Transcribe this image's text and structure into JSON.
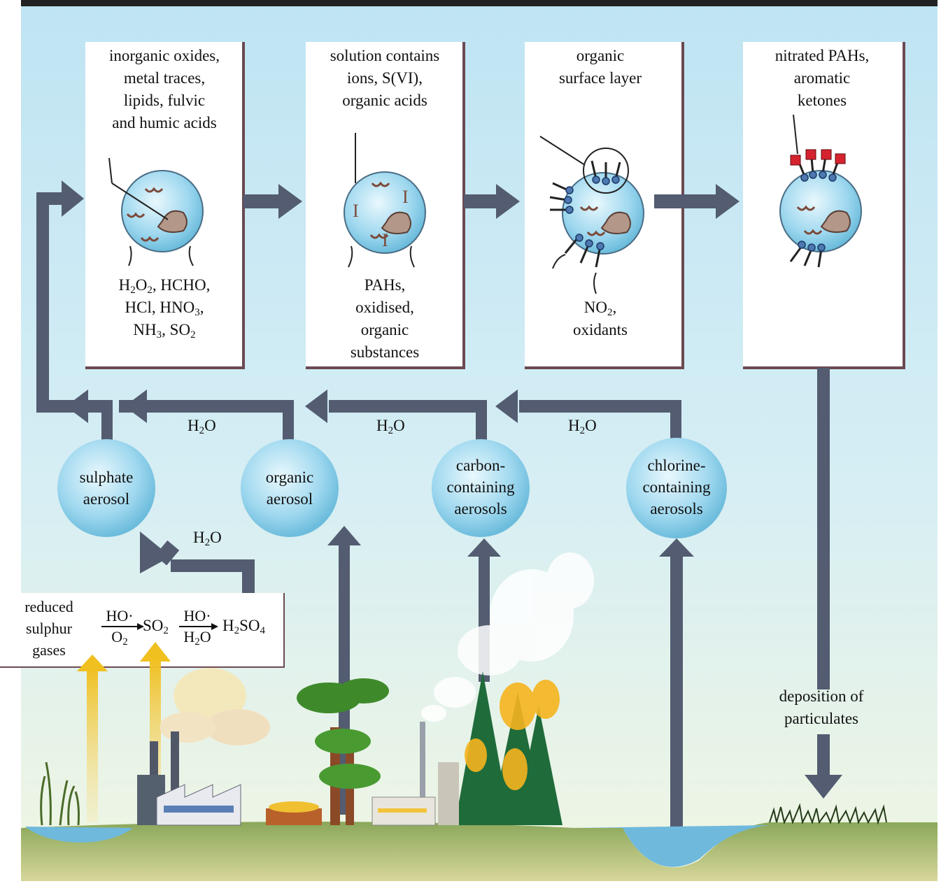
{
  "stage_boxes": [
    {
      "name": "stage-1",
      "top_lines": [
        "inorganic oxides,",
        "metal traces,",
        "lipids, fulvic",
        "and humic acids"
      ],
      "bottom_lines": [
        "H2O2, HCHO,",
        "HCl, HNO3,",
        "NH3, SO2"
      ]
    },
    {
      "name": "stage-2",
      "top_lines": [
        "solution contains",
        "ions, S(VI),",
        "organic acids"
      ],
      "bottom_lines": [
        "PAHs,",
        "oxidised,",
        "organic",
        "substances"
      ]
    },
    {
      "name": "stage-3",
      "top_lines": [
        "organic",
        "surface layer"
      ],
      "bottom_lines": [
        "NO2,",
        "oxidants"
      ]
    },
    {
      "name": "stage-4",
      "top_lines": [
        "nitrated PAHs,",
        "aromatic",
        "ketones"
      ],
      "bottom_lines": []
    }
  ],
  "aerosols": [
    {
      "name": "sulphate-aerosol",
      "lines": [
        "sulphate",
        "aerosol"
      ]
    },
    {
      "name": "organic-aerosol",
      "lines": [
        "organic",
        "aerosol"
      ]
    },
    {
      "name": "carbon-containing-aerosols",
      "lines": [
        "carbon-",
        "containing",
        "aerosols"
      ]
    },
    {
      "name": "chlorine-containing-aerosols",
      "lines": [
        "chlorine-",
        "containing",
        "aerosols"
      ]
    }
  ],
  "water_labels": [
    "H2O",
    "H2O",
    "H2O",
    "H2O"
  ],
  "reaction": {
    "source": [
      "reduced",
      "sulphur",
      "gases"
    ],
    "step1_top": "HO·",
    "step1_bottom": "O2",
    "intermediate": "SO2",
    "step2_top": "HO·",
    "step2_bottom": "H2O",
    "product": "H2SO4"
  },
  "deposition": [
    "deposition of",
    "particulates"
  ],
  "colors": {
    "arrow": "#535c70",
    "sky_top": "#c2e6f3",
    "sky_bottom": "#eef7ef",
    "ground": "#7f9a4a",
    "water": "#7fc2e0",
    "sphere": "#8fd1ea",
    "box_border": "#6b4a52"
  }
}
